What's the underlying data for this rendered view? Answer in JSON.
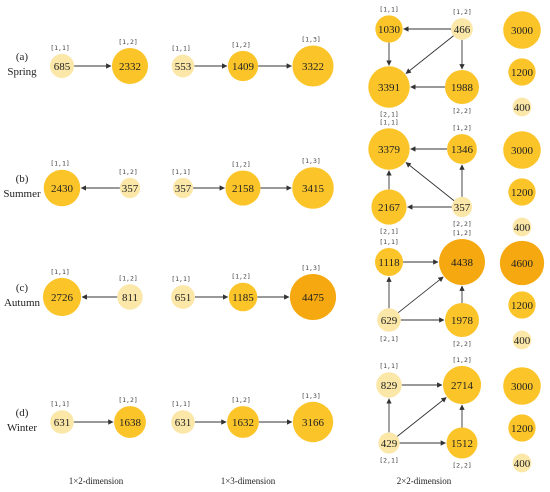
{
  "rows": [
    {
      "letter": "(a)",
      "season": "Spring"
    },
    {
      "letter": "(b)",
      "season": "Summer"
    },
    {
      "letter": "(c)",
      "season": "Autumn"
    },
    {
      "letter": "(d)",
      "season": "Winter"
    }
  ],
  "dimension_labels": [
    "1×2-dimension",
    "1×3-dimension",
    "2×2-dimension"
  ],
  "scale_legends": [
    [
      "3000",
      "1200",
      "400"
    ],
    [
      "3000",
      "1200",
      "400"
    ],
    [
      "4600",
      "1200",
      "400"
    ],
    [
      "3000",
      "1200",
      "400"
    ]
  ],
  "graphs": [
    [
      {
        "nodes": [
          {
            "idx": "[1,1]",
            "value": 685
          },
          {
            "idx": "[1,2]",
            "value": 2332
          }
        ],
        "edges": [
          [
            0,
            1
          ]
        ]
      },
      {
        "nodes": [
          {
            "idx": "[1,1]",
            "value": 553
          },
          {
            "idx": "[1,2]",
            "value": 1409
          },
          {
            "idx": "[1,3]",
            "value": 3322
          }
        ],
        "edges": [
          [
            0,
            1
          ],
          [
            1,
            2
          ]
        ]
      },
      {
        "nodes": [
          {
            "idx": "[1,1]",
            "value": 1030
          },
          {
            "idx": "[1,2]",
            "value": 466
          },
          {
            "idx": "[2,1]",
            "value": 3391
          },
          {
            "idx": "[2,2]",
            "value": 1988
          }
        ],
        "edges": [
          [
            1,
            0
          ],
          [
            0,
            2
          ],
          [
            1,
            2
          ],
          [
            1,
            3
          ],
          [
            3,
            2
          ]
        ]
      }
    ],
    [
      {
        "nodes": [
          {
            "idx": "[1,1]",
            "value": 2430
          },
          {
            "idx": "[1,2]",
            "value": 357
          }
        ],
        "edges": [
          [
            1,
            0
          ]
        ]
      },
      {
        "nodes": [
          {
            "idx": "[1,1]",
            "value": 357
          },
          {
            "idx": "[1,2]",
            "value": 2158
          },
          {
            "idx": "[1,3]",
            "value": 3415
          }
        ],
        "edges": [
          [
            0,
            1
          ],
          [
            1,
            2
          ]
        ]
      },
      {
        "nodes": [
          {
            "idx": "[1,1]",
            "value": 3379
          },
          {
            "idx": "[1,2]",
            "value": 1346
          },
          {
            "idx": "[2,1]",
            "value": 2167
          },
          {
            "idx": "[2,2]",
            "value": 357
          }
        ],
        "edges": [
          [
            1,
            0
          ],
          [
            2,
            0
          ],
          [
            3,
            0
          ],
          [
            3,
            1
          ],
          [
            3,
            2
          ]
        ]
      }
    ],
    [
      {
        "nodes": [
          {
            "idx": "[1,1]",
            "value": 2726
          },
          {
            "idx": "[1,2]",
            "value": 811
          }
        ],
        "edges": [
          [
            1,
            0
          ]
        ]
      },
      {
        "nodes": [
          {
            "idx": "[1,1]",
            "value": 651
          },
          {
            "idx": "[1,2]",
            "value": 1185
          },
          {
            "idx": "[1,3]",
            "value": 4475
          }
        ],
        "edges": [
          [
            0,
            1
          ],
          [
            1,
            2
          ]
        ]
      },
      {
        "nodes": [
          {
            "idx": "[1,1]",
            "value": 1118
          },
          {
            "idx": "[1,2]",
            "value": 4438
          },
          {
            "idx": "[2,1]",
            "value": 629
          },
          {
            "idx": "[2,2]",
            "value": 1978
          }
        ],
        "edges": [
          [
            0,
            1
          ],
          [
            2,
            0
          ],
          [
            2,
            1
          ],
          [
            2,
            3
          ],
          [
            3,
            1
          ]
        ]
      }
    ],
    [
      {
        "nodes": [
          {
            "idx": "[1,1]",
            "value": 631
          },
          {
            "idx": "[1,2]",
            "value": 1638
          }
        ],
        "edges": [
          [
            0,
            1
          ]
        ]
      },
      {
        "nodes": [
          {
            "idx": "[1,1]",
            "value": 631
          },
          {
            "idx": "[1,2]",
            "value": 1632
          },
          {
            "idx": "[1,3]",
            "value": 3166
          }
        ],
        "edges": [
          [
            0,
            1
          ],
          [
            1,
            2
          ]
        ]
      },
      {
        "nodes": [
          {
            "idx": "[1,1]",
            "value": 829
          },
          {
            "idx": "[1,2]",
            "value": 2714
          },
          {
            "idx": "[2,1]",
            "value": 429
          },
          {
            "idx": "[2,2]",
            "value": 1512
          }
        ],
        "edges": [
          [
            0,
            1
          ],
          [
            2,
            0
          ],
          [
            2,
            1
          ],
          [
            2,
            3
          ],
          [
            3,
            1
          ]
        ]
      }
    ]
  ],
  "colors": {
    "light": "#fbe7a8",
    "mid": "#fbc52a",
    "dark": "#f5a80f",
    "edge": "#333333"
  }
}
